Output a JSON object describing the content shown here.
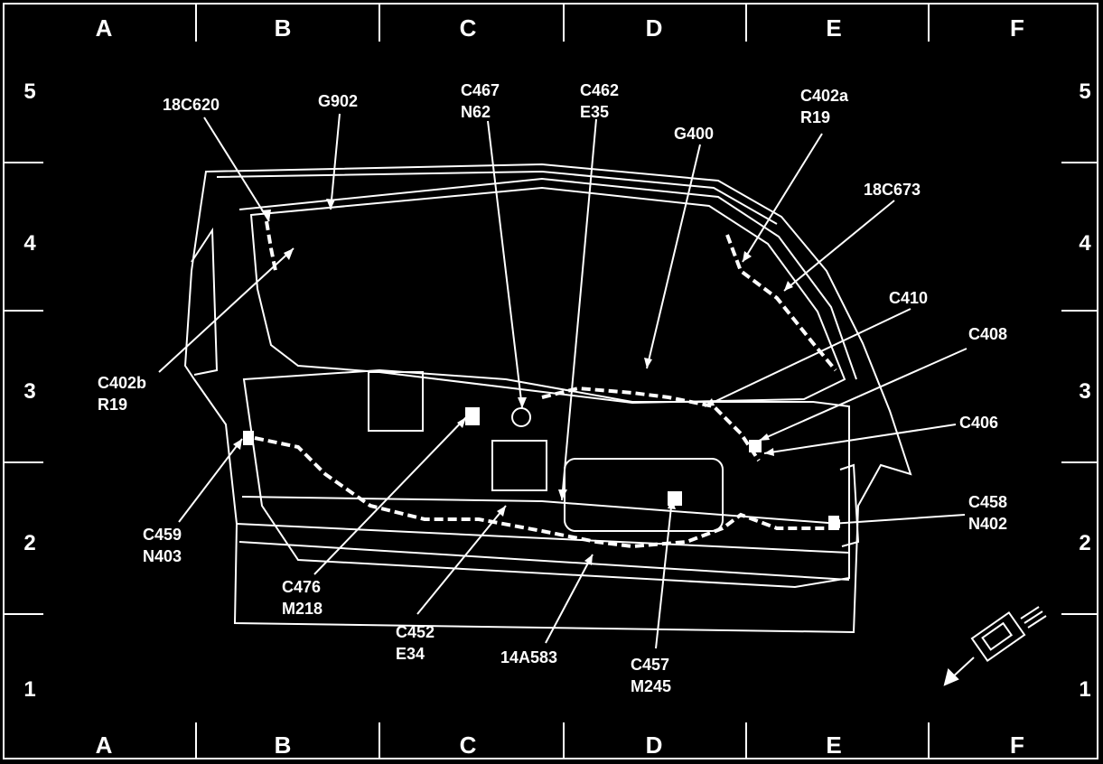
{
  "grid": {
    "columns": [
      "A",
      "B",
      "C",
      "D",
      "E",
      "F"
    ],
    "rows": [
      "5",
      "4",
      "3",
      "2",
      "1"
    ]
  },
  "labels": {
    "c18c620": [
      "18C620"
    ],
    "g902": [
      "G902"
    ],
    "c467": [
      "C467",
      "N62"
    ],
    "c462": [
      "C462",
      "E35"
    ],
    "g400": [
      "G400"
    ],
    "c402a": [
      "C402a",
      "R19"
    ],
    "c18c673": [
      "18C673"
    ],
    "c410": [
      "C410"
    ],
    "c408": [
      "C408"
    ],
    "c402b": [
      "C402b",
      "R19"
    ],
    "c406": [
      "C406"
    ],
    "c459": [
      "C459",
      "N403"
    ],
    "c458": [
      "C458",
      "N402"
    ],
    "c476": [
      "C476",
      "M218"
    ],
    "c452": [
      "C452",
      "E34"
    ],
    "c14a583": [
      "14A583"
    ],
    "c457": [
      "C457",
      "M245"
    ]
  },
  "colors": {
    "background": "#000000",
    "lines": "#ffffff"
  },
  "icons": [
    "connector-icon"
  ]
}
